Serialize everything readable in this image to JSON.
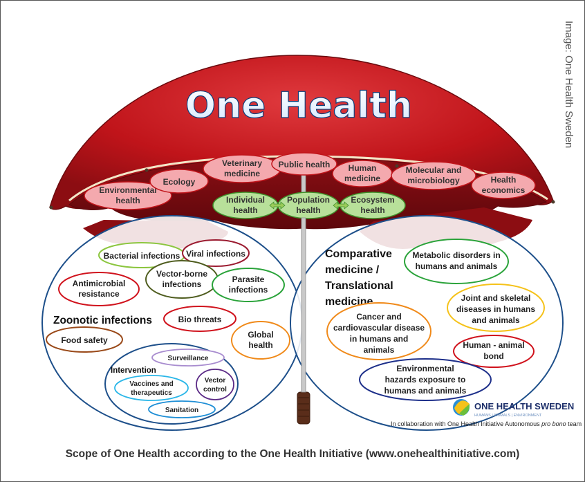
{
  "title": "One Health",
  "image_credit": "Image: One Health Sweden",
  "canopy_disciplines": [
    "Environmental health",
    "Ecology",
    "Veterinary medicine",
    "Public health",
    "Human medicine",
    "Molecular and microbiology",
    "Health economics"
  ],
  "health_levels": [
    "Individual health",
    "Population health",
    "Ecosystem health"
  ],
  "zoonotic": {
    "heading": "Zoonotic infections",
    "items": [
      "Bacterial infections",
      "Viral infections",
      "Antimicrobial resistance",
      "Vector-borne infections",
      "Parasite infections",
      "Bio threats",
      "Food safety",
      "Global health"
    ],
    "intervention": {
      "heading": "Intervention",
      "items": [
        "Surveillance",
        "Vaccines and therapeutics",
        "Vector control",
        "Sanitation"
      ]
    }
  },
  "comparative": {
    "heading": "Comparative medicine / Translational medicine",
    "items": [
      "Metabolic disorders in humans and animals",
      "Joint and skeletal diseases in humans and animals",
      "Cancer and cardiovascular disease in humans and animals",
      "Human - animal bond",
      "Environmental hazards exposure to humans and animals"
    ]
  },
  "logo": {
    "name": "ONE HEALTH SWEDEN",
    "tagline": "HUMANS | ANIMALS | ENVIRONMENT",
    "collaboration": "In collaboration with One Health Initiative Autonomous pro bono team"
  },
  "caption": "Scope of One Health according to the One Health Initiative (www.onehealthinitiative.com)",
  "colors": {
    "umbrella_red": "#c0141a",
    "umbrella_dark": "#7a0d12",
    "pink_fill": "#f4a9ae",
    "green_fill": "#b8e09a",
    "circle_blue": "#1d4f8a"
  }
}
